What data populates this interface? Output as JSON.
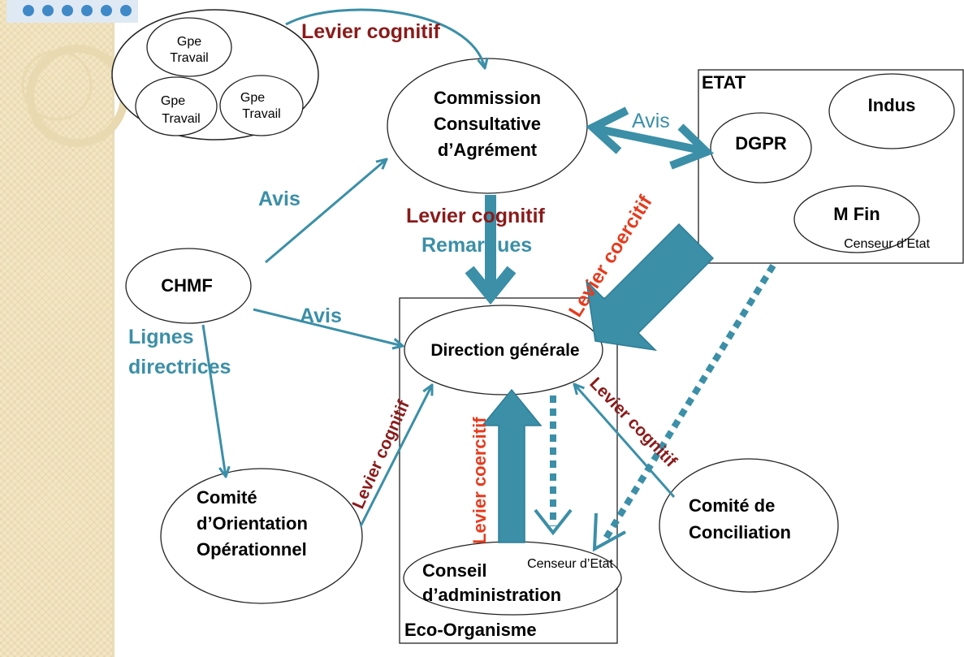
{
  "colors": {
    "teal": "#3b8fa7",
    "teal_dark": "#2f7d96",
    "dark_red": "#8b1a1a",
    "red": "#e63b1e",
    "sidebar": "#f3e6c3"
  },
  "nodes": {
    "gpe_travail_1": [
      "Gpe",
      "Travail"
    ],
    "gpe_travail_2": [
      "Gpe",
      "Travail"
    ],
    "gpe_travail_3": [
      "Gpe",
      "Travail"
    ],
    "commission": [
      "Commission",
      "Consultative",
      "d’Agrément"
    ],
    "etat": "ETAT",
    "indus": "Indus",
    "dgpr": "DGPR",
    "mfin": "M Fin",
    "censeur_etat_1": "Censeur d’Etat",
    "chmf": "CHMF",
    "direction": "Direction générale",
    "conseil": [
      "Conseil",
      "d’administration"
    ],
    "censeur_etat_2": "Censeur d’Etat",
    "eco_organisme": "Eco-Organisme",
    "comite_orientation": [
      "Comité",
      "d’Orientation",
      "Opérationnel"
    ],
    "comite_conciliation": [
      "Comité de",
      "Conciliation"
    ]
  },
  "labels": {
    "levier_cognitif_top": "Levier cognitif",
    "avis_commission_etat": "Avis",
    "avis_chmf_commission": "Avis",
    "levier_cognitif_mid": "Levier cognitif",
    "remarques": "Remarques",
    "avis_chmf_direction": "Avis",
    "lignes_directrices": [
      "Lignes",
      "directrices"
    ],
    "levier_coercitif_etat": "Levier coercitif",
    "levier_cognitif_orientation": "Levier cognitif",
    "levier_coercitif_conseil": "Levier coercitif",
    "levier_cognitif_conciliation": "Levier cognitif"
  }
}
